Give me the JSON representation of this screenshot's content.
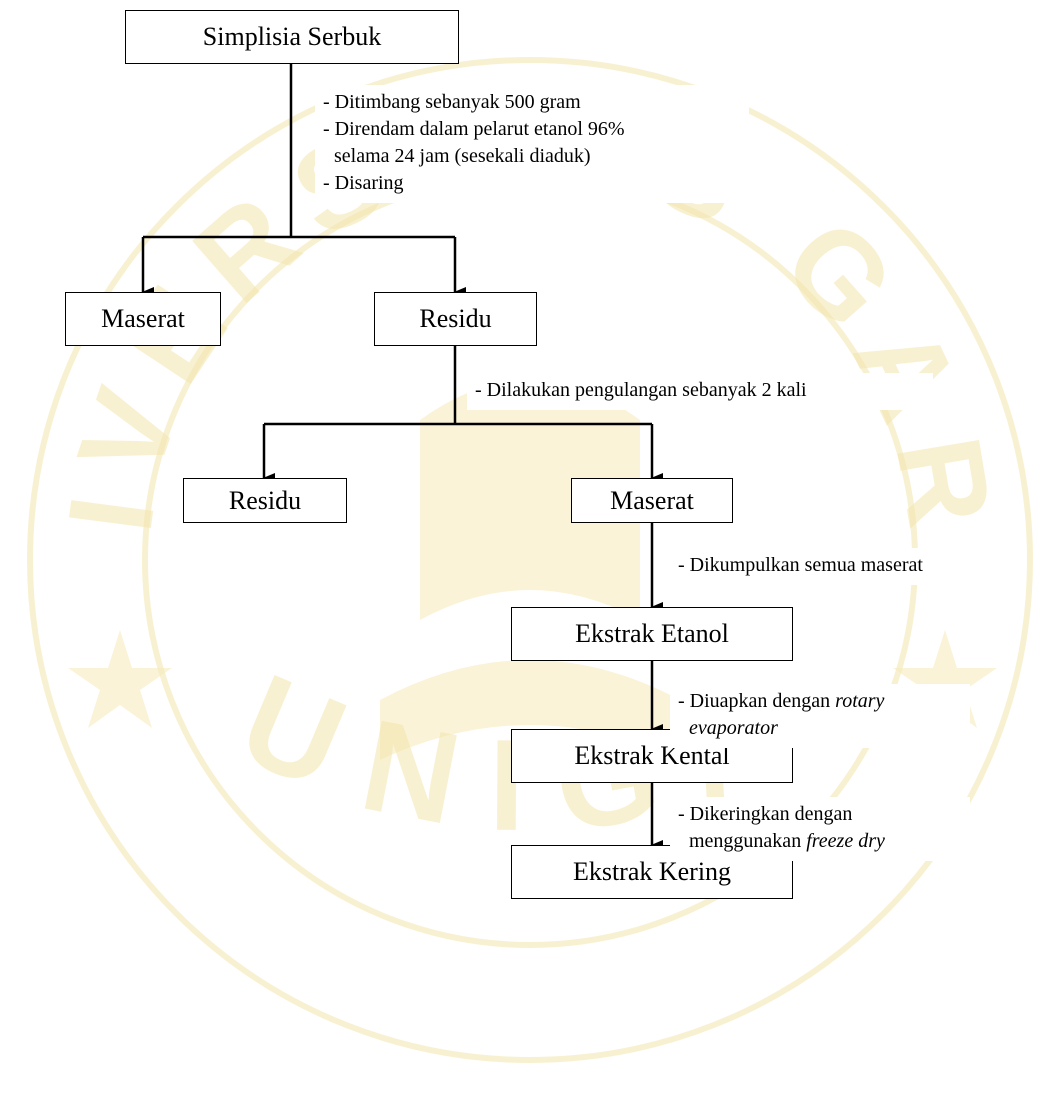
{
  "colors": {
    "watermark": "#f5e9b6",
    "line": "#000000",
    "box_fill": "#ffffff"
  },
  "watermark": {
    "icon": "unversitas-garut-seal",
    "text_top": "UNIVERSITAS GARUT",
    "text_bottom": "UNIGA"
  },
  "boxes": {
    "simplisia_serbuk": "Simplisia Serbuk",
    "maserat_1": "Maserat",
    "residu_1": "Residu",
    "residu_2": "Residu",
    "maserat_2": "Maserat",
    "ekstrak_etanol": "Ekstrak Etanol",
    "ekstrak_kental": "Ekstrak Kental",
    "ekstrak_kering": "Ekstrak Kering"
  },
  "notes": {
    "step1": {
      "line1": "- Ditimbang sebanyak 500 gram",
      "line2": "- Direndam dalam pelarut etanol 96%",
      "line3": "selama 24 jam (sesekali diaduk)",
      "line4": "- Disaring"
    },
    "step2": {
      "line1": "- Dilakukan pengulangan sebanyak 2 kali"
    },
    "step3": {
      "line1": "- Dikumpulkan semua maserat"
    },
    "step4": {
      "line1_prefix": "- Diuapkan dengan ",
      "line1_italic": "rotary",
      "line2_italic": "evaporator"
    },
    "step5": {
      "line1": "- Dikeringkan dengan",
      "line2_prefix": "menggunakan ",
      "line2_italic": "freeze dry"
    }
  }
}
